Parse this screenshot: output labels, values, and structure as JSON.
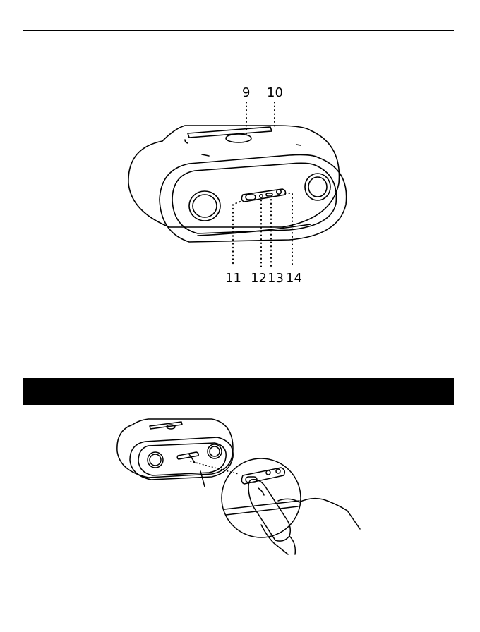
{
  "callouts": {
    "c9": "9",
    "c10": "10",
    "c11": "11",
    "c12": "12",
    "c13": "13",
    "c14": "14"
  },
  "section_band": {
    "title": ""
  },
  "colors": {
    "ink": "#000000",
    "band": "#000000",
    "background": "#ffffff"
  }
}
